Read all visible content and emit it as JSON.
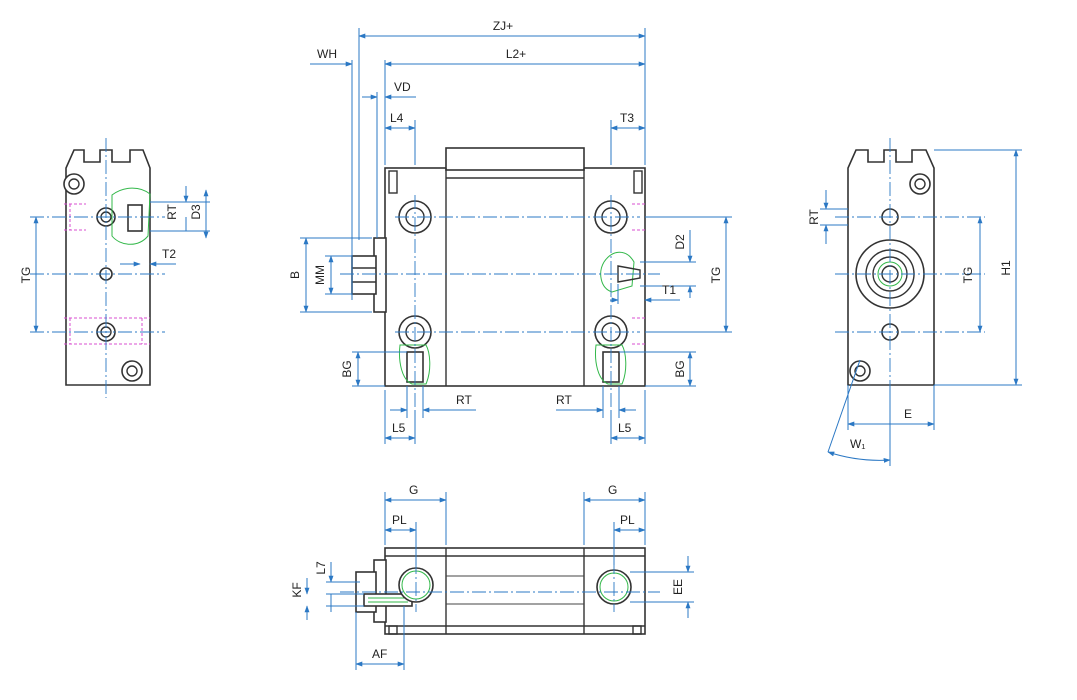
{
  "dimension_labels": {
    "zj": "ZJ+",
    "l2": "L2+",
    "wh": "WH",
    "vd": "VD",
    "l4": "L4",
    "t3": "T3",
    "d2": "D2",
    "t1": "T1",
    "tg": "TG",
    "b": "B",
    "mm": "MM",
    "bg": "BG",
    "rt": "RT",
    "l5": "L5",
    "d3": "D3",
    "t2": "T2",
    "h1": "H1",
    "e": "E",
    "w1": "W₁",
    "g": "G",
    "pl": "PL",
    "l7": "L7",
    "kf": "KF",
    "ee": "EE",
    "af": "AF"
  },
  "colors": {
    "outline": "#333333",
    "dimension": "#2b78c4",
    "thread_hatch": "#33b84a",
    "hidden_detail": "#d94fd1"
  }
}
